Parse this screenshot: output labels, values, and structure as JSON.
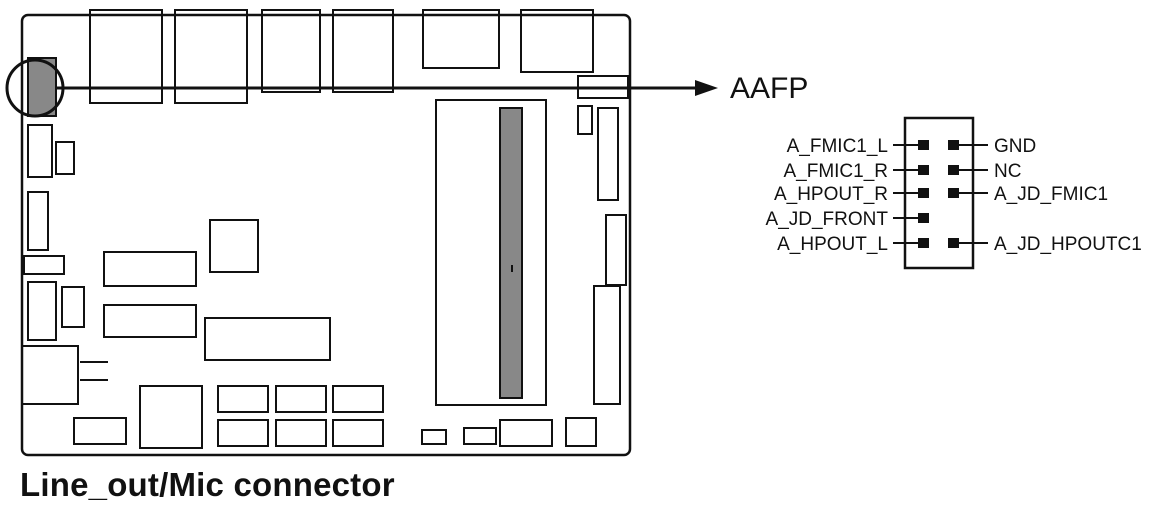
{
  "header": {
    "title": "AAFP"
  },
  "pins_left": [
    "A_FMIC1_L",
    "A_FMIC1_R",
    "A_HPOUT_R",
    "A_JD_FRONT",
    "A_HPOUT_L"
  ],
  "pins_right": [
    "GND",
    "NC",
    "A_JD_FMIC1",
    "A_JD_HPOUTC1"
  ],
  "caption": "Line_out/Mic connector"
}
